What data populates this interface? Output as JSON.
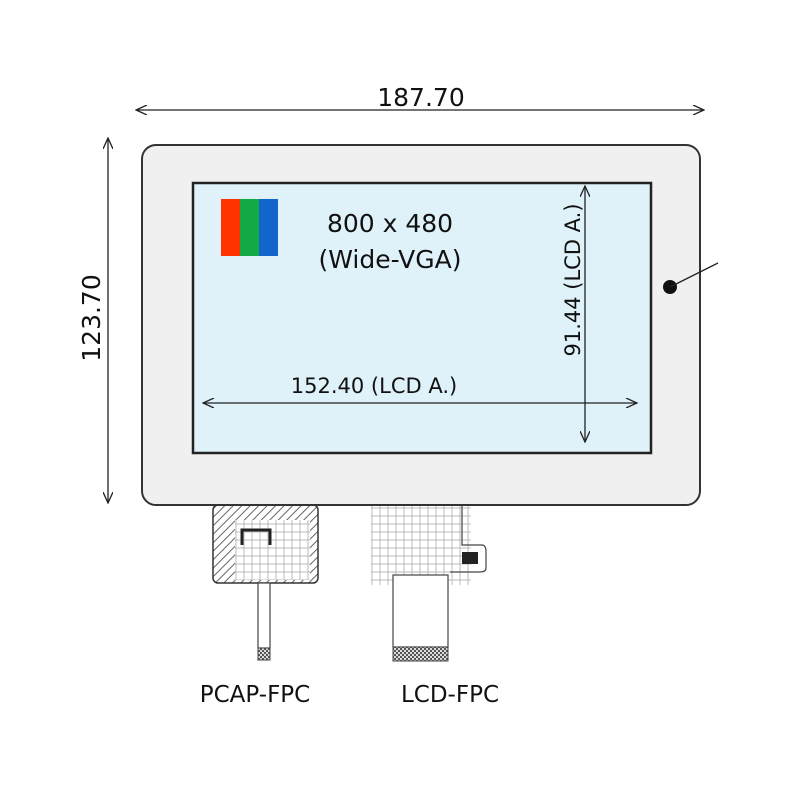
{
  "dimensions": {
    "overall_width": "187.70",
    "overall_height": "123.70",
    "lcd_width": "152.40 (LCD A.)",
    "lcd_height": "91.44 (LCD A.)"
  },
  "display": {
    "resolution": "800 x 480",
    "format": "(Wide-VGA)",
    "rgb_colors": [
      "#ff3300",
      "#11aa44",
      "#1166cc"
    ],
    "screen_color": "#dff2fa",
    "bezel_color": "#f0f0f0"
  },
  "connectors": {
    "pcap_label": "PCAP-FPC",
    "lcd_label": "LCD-FPC"
  }
}
